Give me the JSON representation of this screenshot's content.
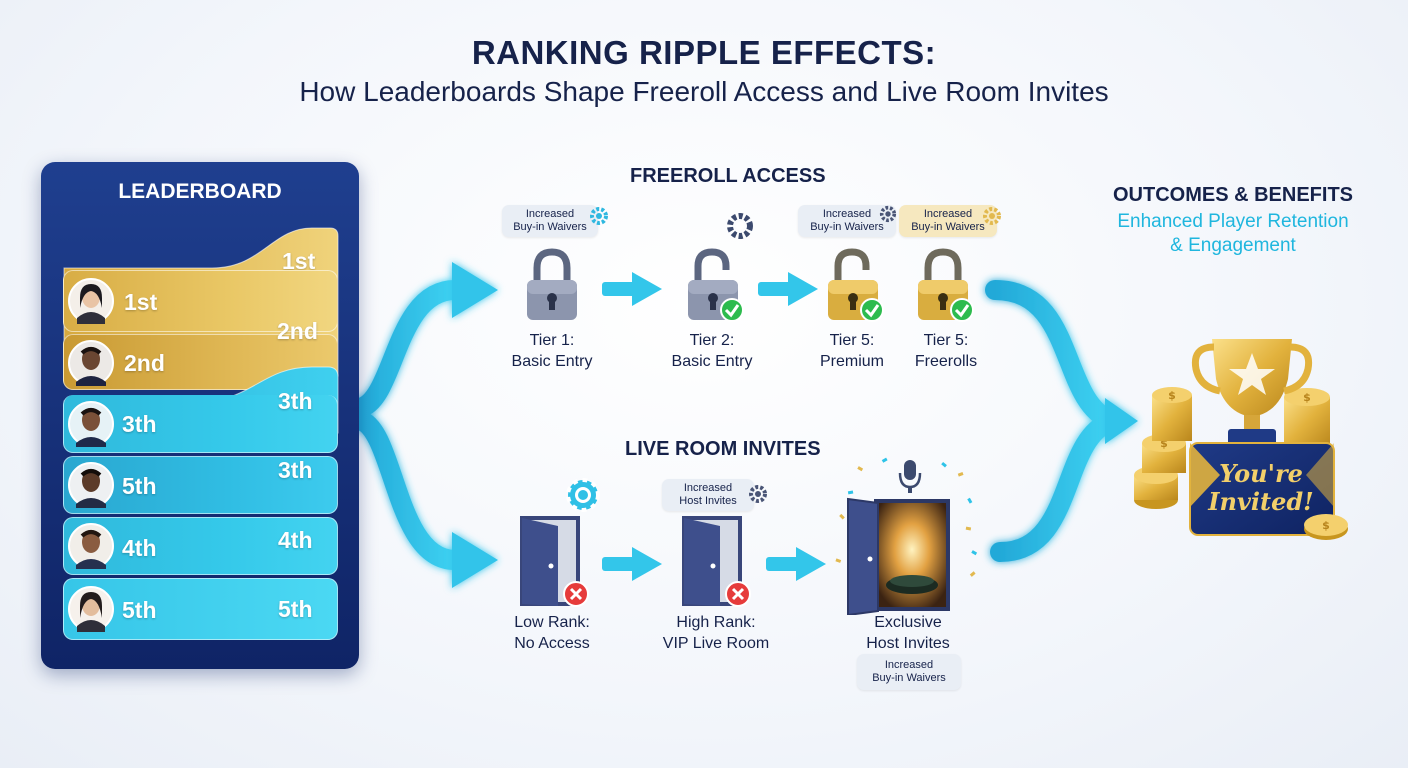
{
  "header": {
    "title": "RANKING RIPPLE EFFECTS:",
    "subtitle": "How Leaderboards Shape Freeroll Access and Live Room Invites"
  },
  "leaderboard": {
    "title": "LEADERBOARD",
    "rows": [
      {
        "left": "",
        "right": "1st"
      },
      {
        "left": "1st",
        "right": "2nd"
      },
      {
        "left": "2nd",
        "right": ""
      },
      {
        "left": "3th",
        "right": "3th"
      },
      {
        "left": "5th",
        "right": "3th"
      },
      {
        "left": "4th",
        "right": "4th"
      },
      {
        "left": "5th",
        "right": "5th"
      }
    ]
  },
  "freeroll": {
    "title": "FREEROLL ACCESS",
    "bubbles": [
      {
        "line1": "Increased",
        "line2": "Buy-in Waivers"
      },
      {
        "line1": "Increased",
        "line2": "Buy-in Waivers"
      },
      {
        "line1": "Increased",
        "line2": "Buy-in Waivers"
      }
    ],
    "tiers": [
      {
        "name": "Tier 1:",
        "desc": "Basic Entry"
      },
      {
        "name": "Tier 2:",
        "desc": "Basic Entry"
      },
      {
        "name": "Tier 5:",
        "desc": "Premium"
      },
      {
        "name": "Tier 5:",
        "desc": "Freerolls"
      }
    ]
  },
  "live_room": {
    "title": "LIVE ROOM INVITES",
    "bubble_top": {
      "line1": "Increased",
      "line2": "Host Invites"
    },
    "bubble_bottom": {
      "line1": "Increased",
      "line2": "Buy-in Waivers"
    },
    "stages": [
      {
        "name": "Low Rank:",
        "desc": "No Access"
      },
      {
        "name": "High Rank:",
        "desc": "VIP Live Room"
      },
      {
        "name": "Exclusive",
        "desc": "Host Invites"
      }
    ]
  },
  "outcomes": {
    "title": "OUTCOMES & BENEFITS",
    "subtitle_line1": "Enhanced Player Retention",
    "subtitle_line2": "& Engagement",
    "invite_line1": "You're",
    "invite_line2": "Invited!"
  },
  "colors": {
    "navy": "#16224a",
    "cyan": "#2ec3e8",
    "gold": "#e2b94f",
    "check": "#2dbb4e",
    "cross": "#e63b3b"
  }
}
